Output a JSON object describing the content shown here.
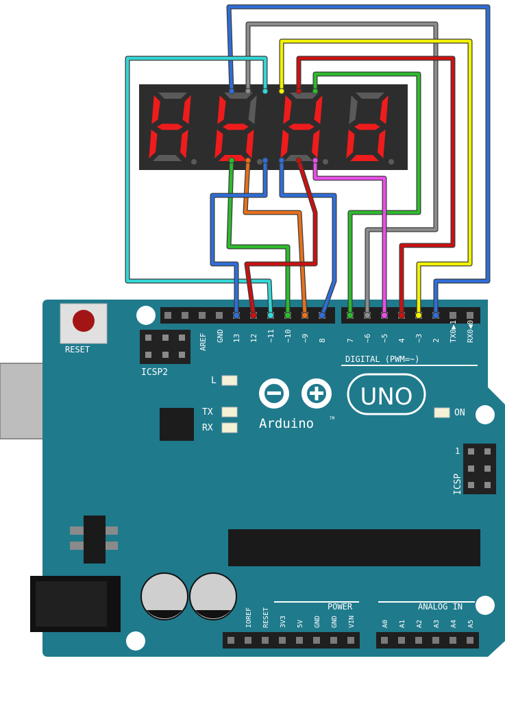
{
  "colors": {
    "board": "#1f7a8c",
    "board_dark": "#17606f",
    "header_black": "#1f1f1f",
    "display_body": "#2d2d2d",
    "segment_on": "#ee1c1c",
    "segment_off": "#5a5a5a",
    "silk": "#ffffff"
  },
  "board": {
    "reset_label": "RESET",
    "icsp2_label": "ICSP2",
    "icsp_label": "ICSP",
    "icsp_pin1_label": "1",
    "aref_label": "AREF",
    "gnd_label": "GND",
    "digital_label": "DIGITAL (PWM=~)",
    "tx_label": "TX",
    "rx_label": "RX",
    "l_label": "L",
    "on_label": "ON",
    "logo_text": "Arduino",
    "logo_tm": "TM",
    "uno_text": "UNO",
    "power_label": "POWER",
    "analog_label": "ANALOG IN",
    "digital_pins_left": [
      "13",
      "12",
      "~11",
      "~10",
      "~9",
      "8"
    ],
    "digital_pins_right": [
      "7",
      "~6",
      "~5",
      "4",
      "~3",
      "2",
      "TX0▶1",
      "RX0◀0"
    ],
    "power_pins": [
      "IOREF",
      "RESET",
      "3V3",
      "5V",
      "GND",
      "GND",
      "VIN"
    ],
    "analog_pins": [
      "A0",
      "A1",
      "A2",
      "A3",
      "A4",
      "A5"
    ]
  },
  "display": {
    "digits": [
      {
        "segments": [
          "b",
          "c",
          "e",
          "f",
          "g"
        ]
      },
      {
        "segments": [
          "c",
          "d",
          "e",
          "f",
          "g"
        ]
      },
      {
        "segments": [
          "b",
          "c",
          "e",
          "f",
          "g"
        ]
      },
      {
        "segments": [
          "b",
          "c",
          "d",
          "e",
          "g"
        ]
      }
    ]
  },
  "wires": [
    {
      "name": "wire-top-pin1-to-d2",
      "color": "#2f6ed8"
    },
    {
      "name": "wire-top-pin2-to-d6",
      "color": "#8c8c8c"
    },
    {
      "name": "wire-top-pin3-to-d3",
      "color": "#f2f200"
    },
    {
      "name": "wire-top-pin4-to-d4",
      "color": "#cc1111"
    },
    {
      "name": "wire-top-pin5-to-d7",
      "color": "#2dbb2d"
    },
    {
      "name": "wire-top-pin0-to-d11",
      "color": "#35d6d6"
    },
    {
      "name": "wire-bot-pin1-to-d10",
      "color": "#2dbb2d"
    },
    {
      "name": "wire-bot-pin2-to-d9",
      "color": "#e8701c"
    },
    {
      "name": "wire-bot-pin0-to-d13",
      "color": "#2f6ed8"
    },
    {
      "name": "wire-bot-pin3-to-d8",
      "color": "#2f6ed8"
    },
    {
      "name": "wire-bot-pin4-to-d12",
      "color": "#cc1111"
    },
    {
      "name": "wire-bot-pin5-to-d5",
      "color": "#e84ee8"
    }
  ]
}
